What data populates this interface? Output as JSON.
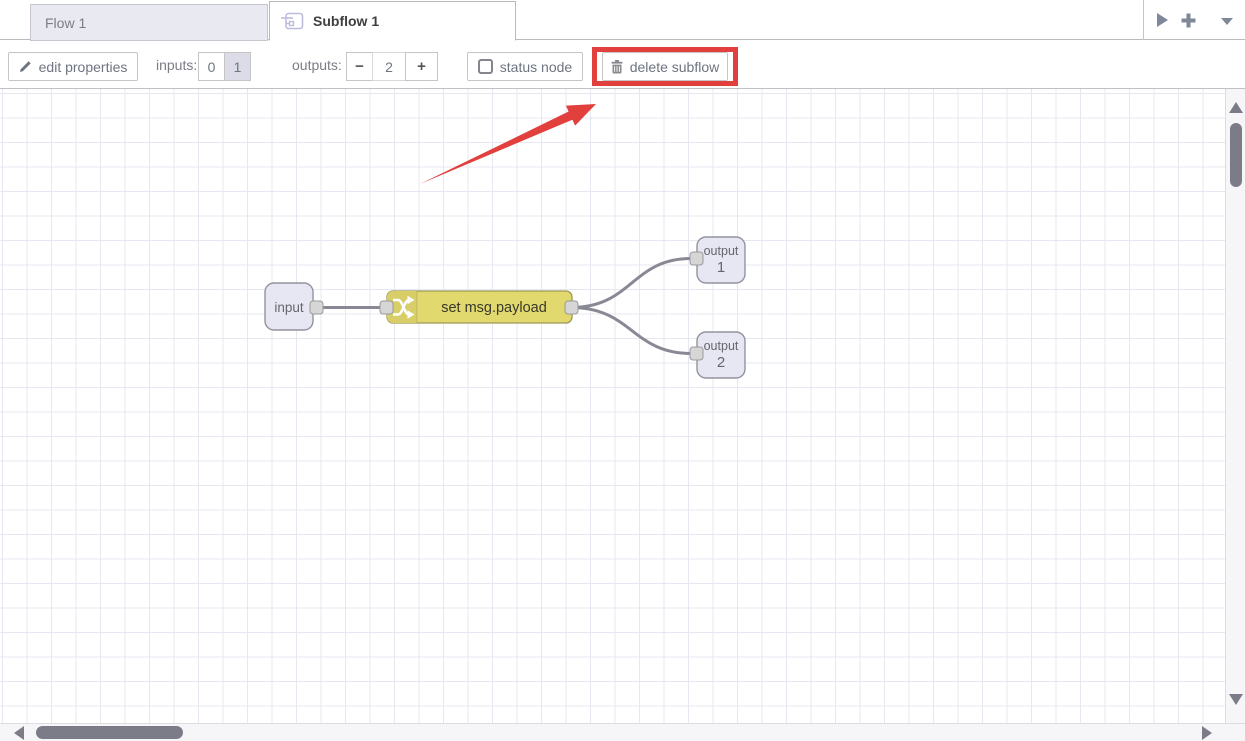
{
  "header": {
    "tabs": [
      {
        "label": "Flow 1",
        "active": false
      },
      {
        "label": "Subflow 1",
        "active": true
      }
    ],
    "icons": [
      "subflow-icon",
      "next-tab-arrow-icon",
      "add-tab-plus-icon",
      "tab-list-chevron-icon"
    ]
  },
  "toolbar": {
    "edit_properties_label": "edit properties",
    "inputs_label": "inputs:",
    "inputs_option_0": "0",
    "inputs_option_1": "1",
    "inputs_selected": "1",
    "outputs_label": "outputs:",
    "outputs_decrement": "−",
    "outputs_value": "2",
    "outputs_increment": "+",
    "status_node_label": "status node",
    "status_node_checked": false,
    "delete_subflow_label": "delete subflow",
    "icons": [
      "pencil-icon",
      "trash-icon",
      "checkbox"
    ]
  },
  "canvas": {
    "nodes": {
      "input": {
        "label": "input"
      },
      "change": {
        "label": "set msg.payload",
        "icon": "shuffle-icon"
      },
      "output1": {
        "label": "output",
        "number": "1"
      },
      "output2": {
        "label": "output",
        "number": "2"
      }
    },
    "wires": [
      {
        "from": "input",
        "to": "change"
      },
      {
        "from": "change",
        "to": "output1"
      },
      {
        "from": "change",
        "to": "output2"
      }
    ]
  },
  "annotation": {
    "highlighted_control": "delete subflow",
    "shapes": [
      "red-box",
      "red-arrow"
    ]
  },
  "colors": {
    "change_node_fill": "#e2d96e",
    "change_node_icon_fill": "#d7ce68",
    "change_node_stroke": "#9e9857",
    "io_node_fill": "#e7e7f3",
    "io_node_stroke": "#93939f",
    "port_fill": "#d6d6d6",
    "port_stroke": "#999999",
    "wire": "#898995",
    "annotation_red": "#e2403c",
    "grid_line": "#e7e7f2",
    "tab_inactive_bg": "#e9e9f2"
  }
}
